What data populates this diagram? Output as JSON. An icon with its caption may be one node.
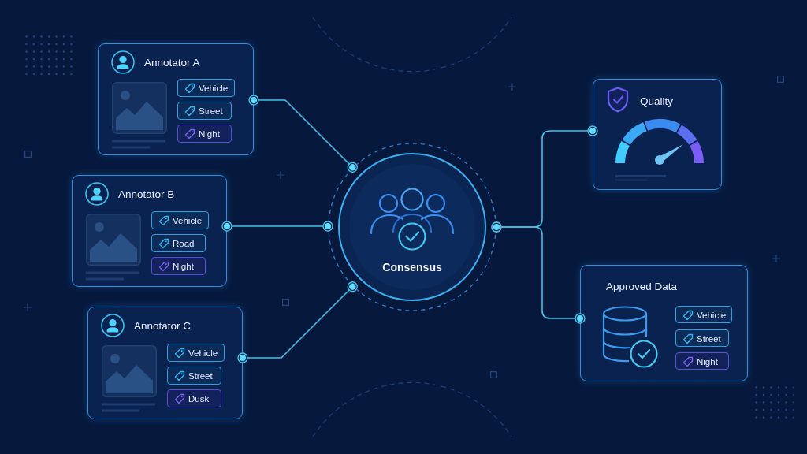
{
  "diagram": {
    "nodes": [
      {
        "text": [
          "Annotator A"
        ]
      },
      {
        "text": [
          "Vehicle"
        ],
        "in": 0
      },
      {
        "text": [
          "Street"
        ],
        "in": 0
      },
      {
        "text": [
          "Night"
        ],
        "in": 0
      },
      {
        "text": [
          "Annotator B"
        ]
      },
      {
        "text": [
          "Vehicle"
        ],
        "in": 4
      },
      {
        "text": [
          "Road"
        ],
        "in": 4
      },
      {
        "text": [
          "Night"
        ],
        "in": 4
      },
      {
        "text": [
          "Annotator C"
        ]
      },
      {
        "text": [
          "Vehicle"
        ],
        "in": 8
      },
      {
        "text": [
          "Street"
        ],
        "in": 8
      },
      {
        "text": [
          "Dusk"
        ],
        "in": 8
      },
      {
        "text": [
          "Consensus"
        ]
      },
      {
        "text": [
          "Quality"
        ]
      },
      {
        "text": [
          "Approved Data"
        ]
      },
      {
        "text": [
          "Vehicle"
        ],
        "in": 14
      },
      {
        "text": [
          "Street"
        ],
        "in": 14
      },
      {
        "text": [
          "Night"
        ],
        "in": 14
      }
    ],
    "edges": [
      {
        "from": 0,
        "to": 12,
        "arrow": "other"
      },
      {
        "from": 4,
        "to": 12,
        "arrow": "other"
      },
      {
        "from": 8,
        "to": 12,
        "arrow": "other"
      },
      {
        "from": 12,
        "to": 13,
        "arrow": "other"
      },
      {
        "from": 12,
        "to": 14,
        "arrow": "other"
      }
    ]
  }
}
